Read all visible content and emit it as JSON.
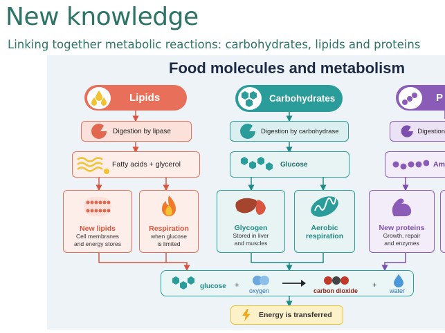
{
  "slide": {
    "title": "New knowledge",
    "subtitle": "Linking together metabolic reactions: carbohydrates, lipids and proteins"
  },
  "diagram": {
    "title": "Food molecules and metabolism",
    "lipids": {
      "header": "Lipids",
      "digestion": "Digestion by lipase",
      "product": "Fatty acids + glycerol",
      "uses": [
        {
          "title": "New lipids",
          "desc_line1": "Cell membranes",
          "desc_line2": "and energy stores"
        },
        {
          "title": "Respiration",
          "desc_line1": "when glucose",
          "desc_line2": "is limited"
        }
      ]
    },
    "carbohydrates": {
      "header": "Carbohydrates",
      "digestion": "Digestion by carbohydrase",
      "product": "Glucose",
      "uses": [
        {
          "title": "Glycogen",
          "desc_line1": "Stored in liver",
          "desc_line2": "and muscles"
        },
        {
          "title_line1": "Aerobic",
          "title_line2": "respiration"
        }
      ]
    },
    "proteins": {
      "header": "P",
      "digestion": "Digestion",
      "product": "Am",
      "uses": [
        {
          "title": "New proteins",
          "desc_line1": "Growth, repair",
          "desc_line2": "and enzymes"
        }
      ]
    },
    "equation": {
      "glucose": "glucose",
      "plus1": "+",
      "oxygen": "oxygen",
      "co2": "carbon dioxide",
      "plus2": "+",
      "water": "water"
    },
    "energy": "Energy is transferred",
    "colors": {
      "lipids": "#e8705a",
      "carbohydrates": "#2a9d9a",
      "proteins": "#8a5cb8",
      "energy": "#f2c232"
    }
  }
}
